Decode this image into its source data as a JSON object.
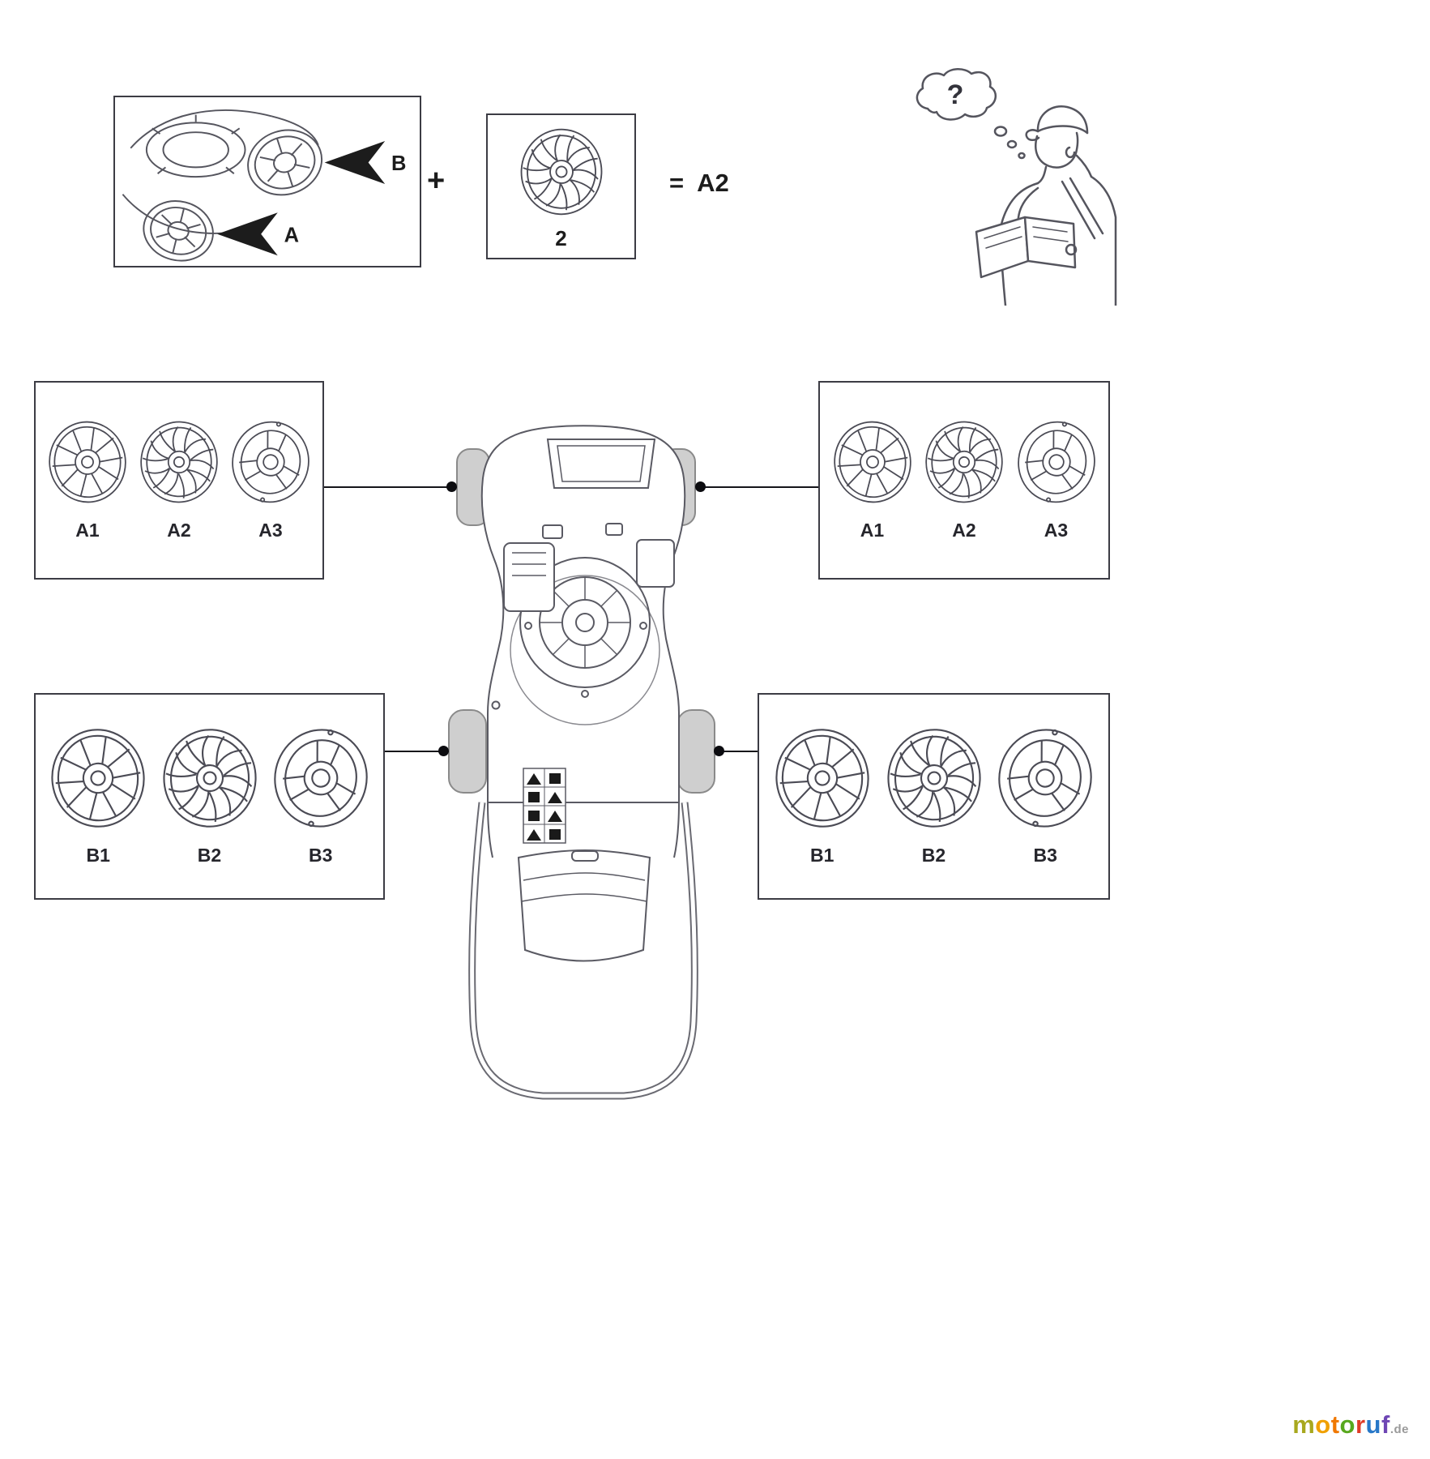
{
  "assembly_note": {
    "arrow_b_label": "B",
    "arrow_a_label": "A",
    "plus_sign": "+",
    "part_number": "2",
    "equals_sign": "=",
    "result_label": "A2",
    "question_mark": "?"
  },
  "hubcap_groups": {
    "front_left": {
      "labels": [
        "A1",
        "A2",
        "A3"
      ]
    },
    "front_right": {
      "labels": [
        "A1",
        "A2",
        "A3"
      ]
    },
    "rear_left": {
      "labels": [
        "B1",
        "B2",
        "B3"
      ]
    },
    "rear_right": {
      "labels": [
        "B1",
        "B2",
        "B3"
      ]
    }
  },
  "logo": {
    "letters": [
      {
        "char": "m",
        "color": "#a8a81e"
      },
      {
        "char": "o",
        "color": "#f0a000"
      },
      {
        "char": "t",
        "color": "#f07800"
      },
      {
        "char": "o",
        "color": "#58a81e"
      },
      {
        "char": "r",
        "color": "#e03c28"
      },
      {
        "char": "u",
        "color": "#2878c8"
      },
      {
        "char": "f",
        "color": "#6e46b4"
      }
    ],
    "suffix": ".de",
    "suffix_color": "#9a9a9a"
  }
}
